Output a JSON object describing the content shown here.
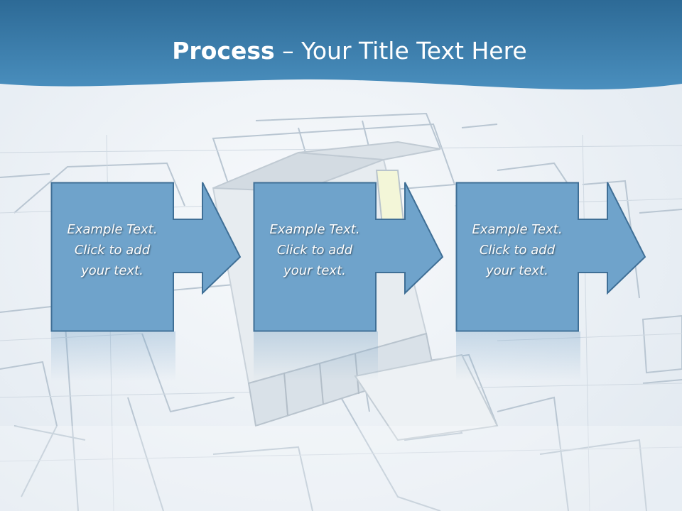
{
  "slide": {
    "title_bold": "Process",
    "title_rest": " – Your Title Text Here"
  },
  "steps": [
    {
      "line1": "Example Text.",
      "line2": "Click  to add",
      "line3": "your text."
    },
    {
      "line1": "Example Text.",
      "line2": "Click  to add",
      "line3": "your text."
    },
    {
      "line1": "Example Text.",
      "line2": "Click  to add",
      "line3": "your text."
    }
  ],
  "colors": {
    "banner": "#3c80ad",
    "box_fill": "#6fa3cb",
    "box_border": "#3f6f96"
  }
}
